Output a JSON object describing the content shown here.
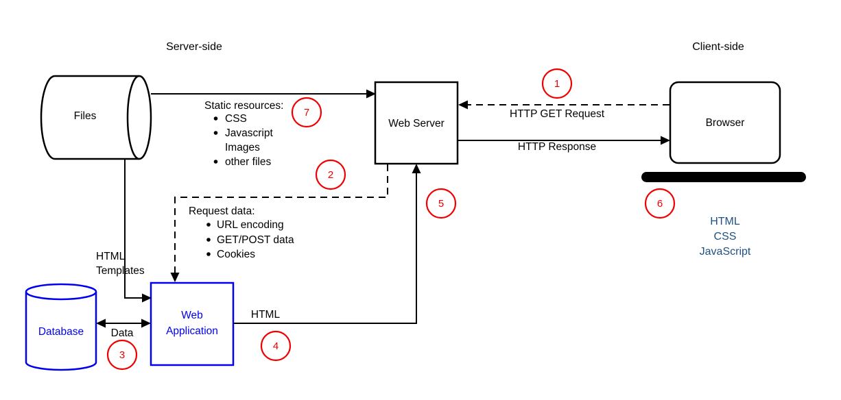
{
  "colors": {
    "black": "#000000",
    "red": "#ee0000",
    "blue": "#0000ee",
    "navy": "#1f5080",
    "background": "#ffffff"
  },
  "regions": {
    "server_side": "Server-side",
    "client_side": "Client-side"
  },
  "nodes": {
    "files": {
      "label": "Files"
    },
    "web_server": {
      "label": "Web Server"
    },
    "browser": {
      "label": "Browser"
    },
    "database": {
      "label": "Database"
    },
    "web_application": {
      "label_line1": "Web",
      "label_line2": "Application"
    }
  },
  "edges": {
    "http_get_request": {
      "label": "HTTP GET Request",
      "style": "dashed",
      "from": "Browser",
      "to": "Web Server"
    },
    "http_response": {
      "label": "HTTP Response",
      "style": "solid",
      "from": "Web Server",
      "to": "Browser"
    },
    "static_resources": {
      "title": "Static resources:",
      "items": [
        "CSS",
        "Javascript",
        "Images",
        "other files"
      ],
      "from": "Files",
      "to": "Web Server",
      "style": "solid"
    },
    "request_data": {
      "title": "Request data:",
      "items": [
        "URL encoding",
        "GET/POST data",
        "Cookies"
      ],
      "from": "Web Server",
      "to": "Web Application",
      "style": "dashed"
    },
    "html_templates": {
      "label_line1": "HTML",
      "label_line2": "Templates",
      "from": "Files",
      "to": "Web Application",
      "style": "solid"
    },
    "data_exchange": {
      "label": "Data",
      "from": "Database",
      "to": "Web Application",
      "style": "solid-double-arrow"
    },
    "html_out": {
      "label": "HTML",
      "from": "Web Application",
      "to": "Web Server",
      "style": "solid"
    }
  },
  "steps": {
    "s1": "1",
    "s2": "2",
    "s3": "3",
    "s4": "4",
    "s5": "5",
    "s6": "6",
    "s7": "7"
  },
  "client_outputs": {
    "items": [
      "HTML",
      "CSS",
      "JavaScript"
    ]
  },
  "ui": {
    "bullet": "•"
  }
}
